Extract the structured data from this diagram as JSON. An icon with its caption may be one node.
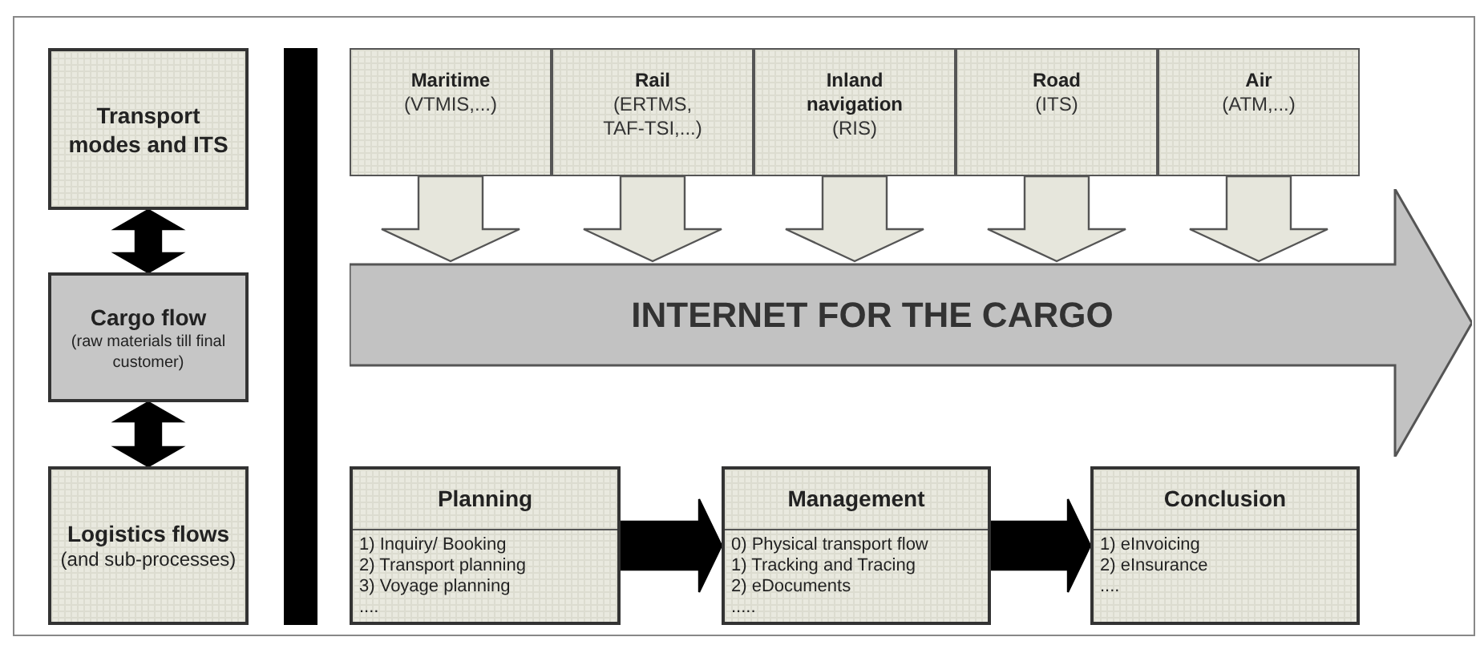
{
  "diagram": {
    "nodes": [
      {
        "text": [
          "Transport modes and ITS"
        ]
      },
      {
        "text": [
          "Cargo flow",
          "(raw materials till final customer)"
        ]
      },
      {
        "text": [
          "Logistics flows",
          "(and sub-processes)"
        ]
      },
      {
        "text": [
          "Maritime",
          "(VTMIS,...)"
        ]
      },
      {
        "text": [
          "Rail",
          "(ERTMS, TAF-TSI,...)"
        ]
      },
      {
        "text": [
          "Inland navigation",
          "(RIS)"
        ]
      },
      {
        "text": [
          "Road",
          "(ITS)"
        ]
      },
      {
        "text": [
          "Air",
          "(ATM,...)"
        ]
      },
      {
        "text": [
          "INTERNET FOR THE CARGO"
        ]
      },
      {
        "text": [
          "Planning",
          "1) Inquiry/ Booking",
          "2) Transport planning",
          "3) Voyage planning",
          "...."
        ]
      },
      {
        "text": [
          "Management",
          "0) Physical transport flow",
          "1) Tracking and Tracing",
          "2) eDocuments",
          "....."
        ]
      },
      {
        "text": [
          "Conclusion",
          "1) eInvoicing",
          "2) eInsurance",
          "...."
        ]
      },
      {
        "text": [],
        "shape": "bar"
      }
    ],
    "edges": [
      {
        "from": 0,
        "to": 1,
        "arrow": "both",
        "style": "thick"
      },
      {
        "from": 1,
        "to": 2,
        "arrow": "both",
        "style": "thick"
      },
      {
        "from": 3,
        "to": 8,
        "arrow": "to"
      },
      {
        "from": 4,
        "to": 8,
        "arrow": "to"
      },
      {
        "from": 5,
        "to": 8,
        "arrow": "to"
      },
      {
        "from": 6,
        "to": 8,
        "arrow": "to"
      },
      {
        "from": 7,
        "to": 8,
        "arrow": "to"
      },
      {
        "from": 9,
        "to": 10,
        "arrow": "to",
        "style": "thick"
      },
      {
        "from": 10,
        "to": 11,
        "arrow": "to",
        "style": "thick"
      }
    ]
  }
}
